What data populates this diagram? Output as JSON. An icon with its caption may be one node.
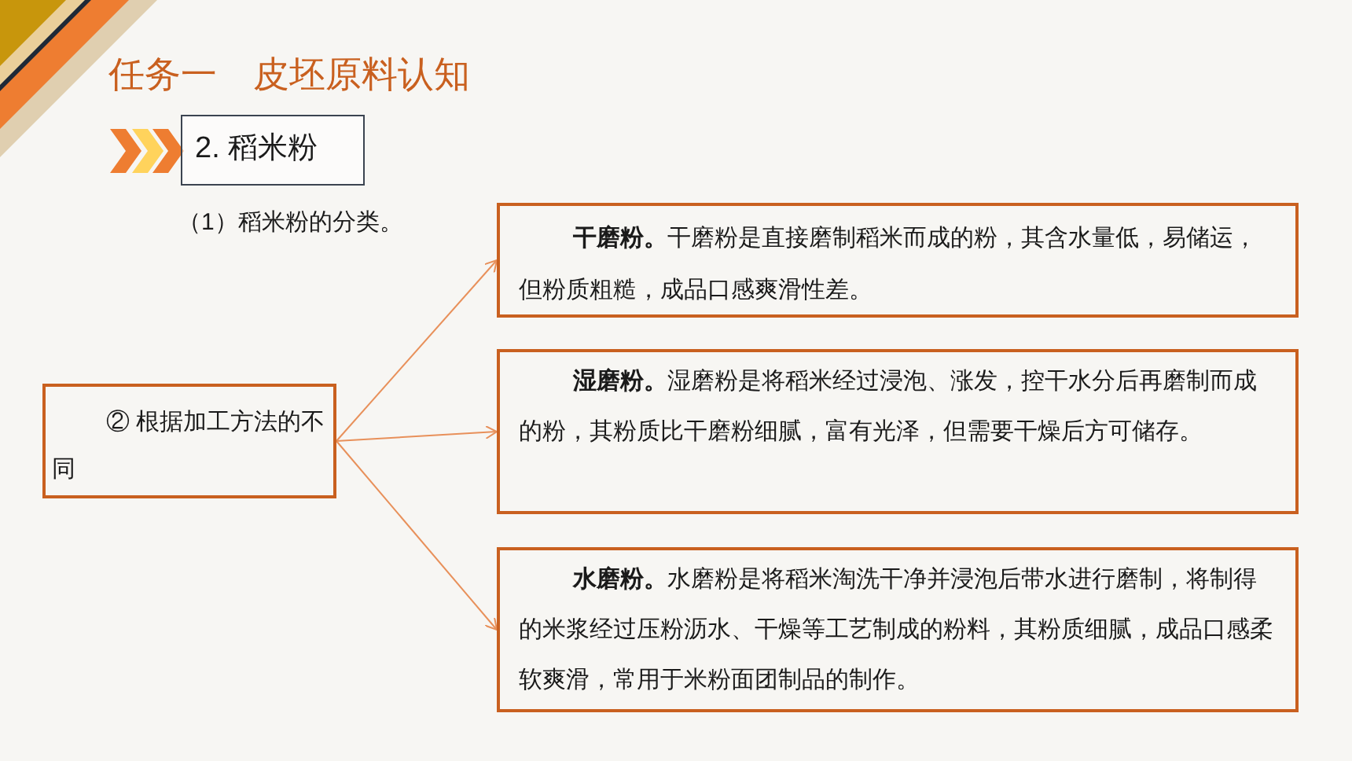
{
  "diagram": {
    "title": "任务一　皮坯原料认知",
    "nodes": [
      {
        "text": [
          "2. 稻米粉"
        ]
      },
      {
        "text": [
          "② 根据加工方法的不同"
        ]
      },
      {
        "text": [
          "**干磨粉。**干磨粉是直接磨制稻米而成的粉，其含水量低，易储运，但粉质粗糙，成品口感爽滑性差。"
        ]
      },
      {
        "text": [
          "**湿磨粉。**湿磨粉是将稻米经过浸泡、涨发，控干水分后再磨制而成的粉，其粉质比干磨粉细腻，富有光泽，但需要干燥后方可储存。"
        ]
      },
      {
        "text": [
          "**水磨粉。**水磨粉是将稻米淘洗干净并浸泡后带水进行磨制，将制得的米浆经过压粉沥水、干燥等工艺制成的粉料，其粉质细腻，成品口感柔软爽滑，常用于米粉面团制品的制作。"
        ]
      }
    ],
    "edges": [
      {
        "from": 1,
        "to": 2,
        "arrow": "to"
      },
      {
        "from": 1,
        "to": 3,
        "arrow": "to"
      },
      {
        "from": 1,
        "to": 4,
        "arrow": "to"
      }
    ],
    "labels": [
      "（1）稻米粉的分类。"
    ]
  }
}
